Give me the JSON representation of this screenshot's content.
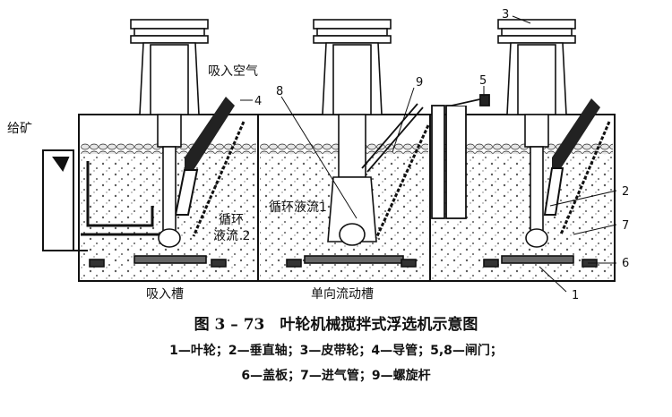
{
  "figure": {
    "labels": {
      "feed": "给矿",
      "air_intake": "吸入空气",
      "circulation_left": "循环",
      "circulation_left_2": "液流 2",
      "circulation_mid": "循环液流1",
      "suction_tank": "吸入槽",
      "oneway_tank": "单向流动槽"
    },
    "callouts": [
      "1",
      "2",
      "3",
      "4",
      "5",
      "6",
      "7",
      "8",
      "9"
    ]
  },
  "caption": {
    "title": "图 3 – 73　叶轮机械搅拌式浮选机示意图",
    "legend_line1": "1—叶轮；2—垂直轴；3—皮带轮；4—导管；5,8—闸门；",
    "legend_line2": "6—盖板；7—进气管；9—螺旋杆"
  }
}
